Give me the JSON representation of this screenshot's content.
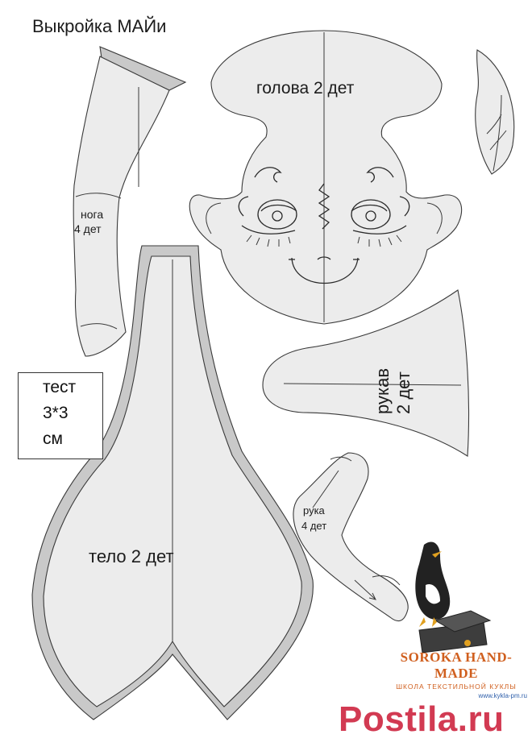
{
  "title": "Выкройка МАЙи",
  "pieces": {
    "head": "голова  2 дет",
    "leg_line1": "нога",
    "leg_line2": "4 дет",
    "sleeve_line1": "рукав",
    "sleeve_line2": "2 дет",
    "arm_line1": "рука",
    "arm_line2": "4 дет",
    "body": "тело 2 дет"
  },
  "test_box": {
    "line1": "тест",
    "line2": "3*3",
    "line3": "см"
  },
  "brand": {
    "name": "SOROKA HAND-MADE",
    "subtitle": "ШКОЛА ТЕКСТИЛЬНОЙ КУКЛЫ",
    "url": "www.kykla-pm.ru"
  },
  "watermark": "Postila.ru",
  "colors": {
    "fill": "#ececec",
    "seam": "#c9c9c9",
    "outline": "#3a3a3a",
    "brand": "#d05f1e",
    "watermark": "#d23a52"
  }
}
